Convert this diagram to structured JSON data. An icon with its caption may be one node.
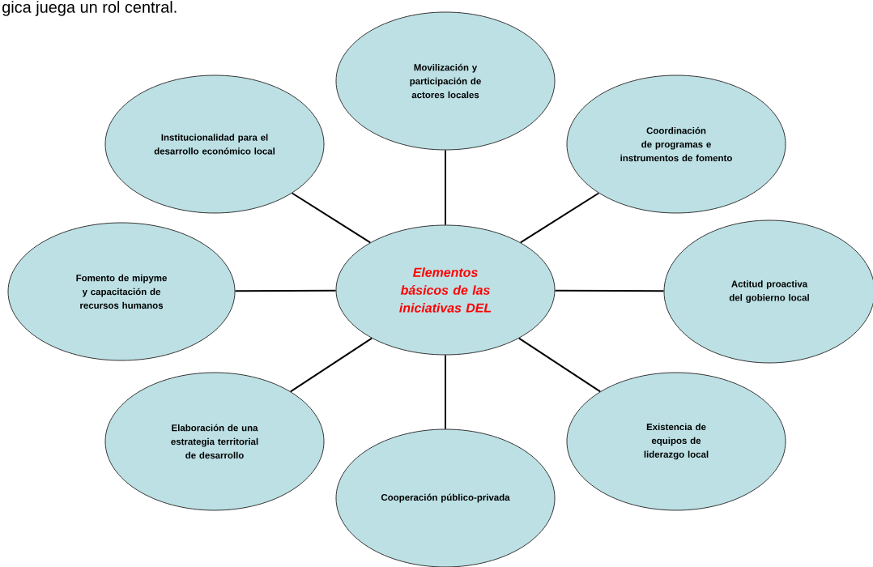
{
  "diagram": {
    "nodes": [
      {
        "text": [
          "Movilización y participación de actores locales"
        ]
      },
      {
        "text": [
          "Institucionalidad para el desarrollo económico local"
        ]
      },
      {
        "text": [
          "Coordinación de programas e instrumentos de fomento"
        ]
      },
      {
        "text": [
          "Fomento de mipyme y capacitación de recursos humanos"
        ]
      },
      {
        "text": [
          "Elementos básicos de las iniciativas DEL"
        ]
      },
      {
        "text": [
          "Actitud proactiva del gobierno local"
        ]
      },
      {
        "text": [
          "Elaboración de una estrategia territorial de desarrollo"
        ]
      },
      {
        "text": [
          "Existencia de equipos de liderazgo local"
        ]
      },
      {
        "text": [
          "Cooperación público-privada"
        ]
      }
    ],
    "edges": [
      {
        "from": 4,
        "to": 0,
        "arrow": "none"
      },
      {
        "from": 4,
        "to": 1,
        "arrow": "none"
      },
      {
        "from": 4,
        "to": 2,
        "arrow": "none"
      },
      {
        "from": 4,
        "to": 3,
        "arrow": "none"
      },
      {
        "from": 4,
        "to": 5,
        "arrow": "none"
      },
      {
        "from": 4,
        "to": 6,
        "arrow": "none"
      },
      {
        "from": 4,
        "to": 7,
        "arrow": "none"
      },
      {
        "from": 4,
        "to": 8,
        "arrow": "none"
      }
    ],
    "labels": [
      "gica juega un rol central."
    ]
  }
}
